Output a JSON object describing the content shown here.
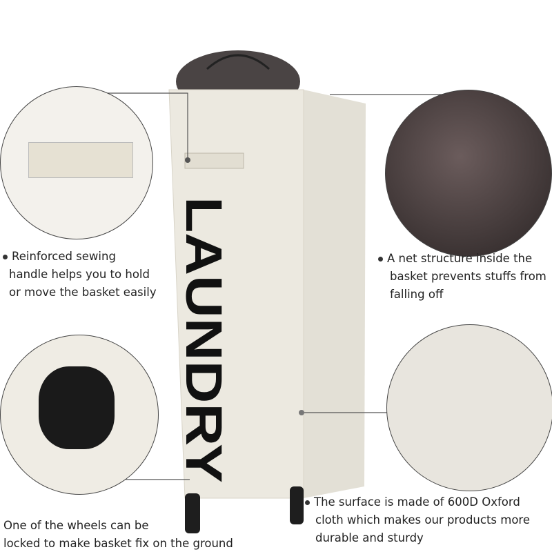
{
  "product": {
    "print": "LAUNDRY",
    "fabric_color": "#ece9e0",
    "print_color": "#111111"
  },
  "callouts": [
    {
      "id": "handle",
      "lines": [
        "Reinforced  sewing",
        "handle helps you to hold",
        "or move the basket easily"
      ]
    },
    {
      "id": "net",
      "lines": [
        "A net structure inside the",
        "basket prevents stuffs from",
        "falling off"
      ]
    },
    {
      "id": "wheel",
      "lines": [
        "One of the wheels can be",
        "locked to make basket fix on the ground"
      ]
    },
    {
      "id": "surface",
      "lines": [
        "The surface is made of 600D Oxford",
        "cloth which makes our products more",
        "durable and sturdy"
      ]
    }
  ]
}
